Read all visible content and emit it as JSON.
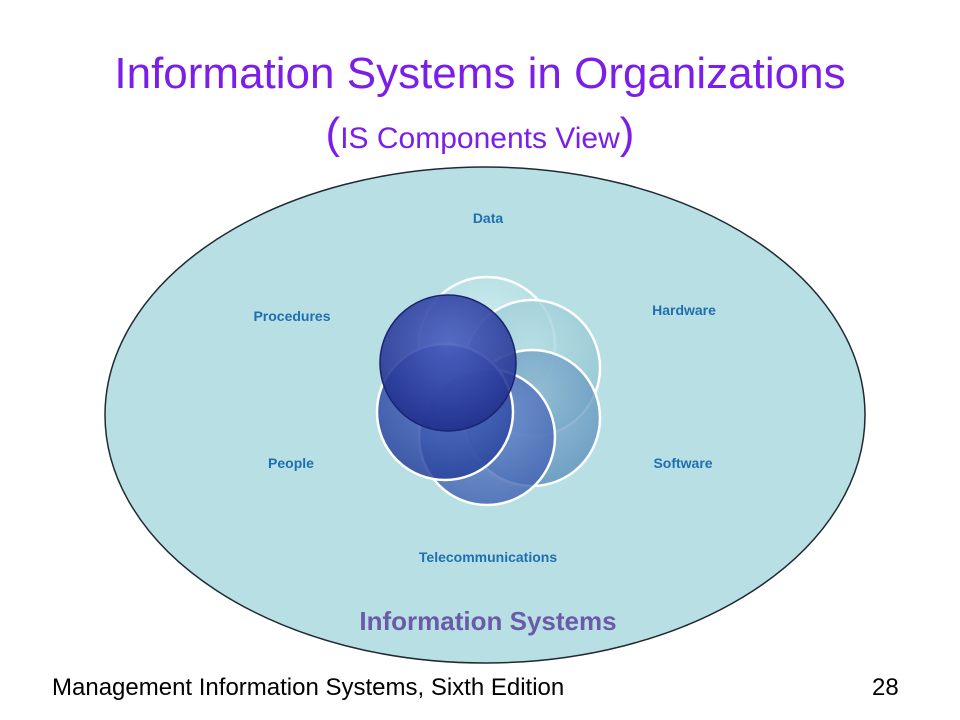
{
  "title": {
    "line1": "Information Systems in Organizations",
    "open_paren": "(",
    "subtitle": "IS Components View",
    "close_paren": ")"
  },
  "diagram": {
    "outer_label": "Information Systems",
    "components": [
      {
        "label": "Data"
      },
      {
        "label": "Hardware"
      },
      {
        "label": "Software"
      },
      {
        "label": "Telecommunications"
      },
      {
        "label": "People"
      },
      {
        "label": "Procedures"
      }
    ],
    "colors": {
      "outer_fill": "#b8e0e4",
      "outer_stroke": "#1f2a33",
      "label": "#1f6fb0",
      "outer_label": "#6a5aa8"
    }
  },
  "footer": {
    "text": "Management Information Systems, Sixth Edition",
    "page": "28"
  }
}
